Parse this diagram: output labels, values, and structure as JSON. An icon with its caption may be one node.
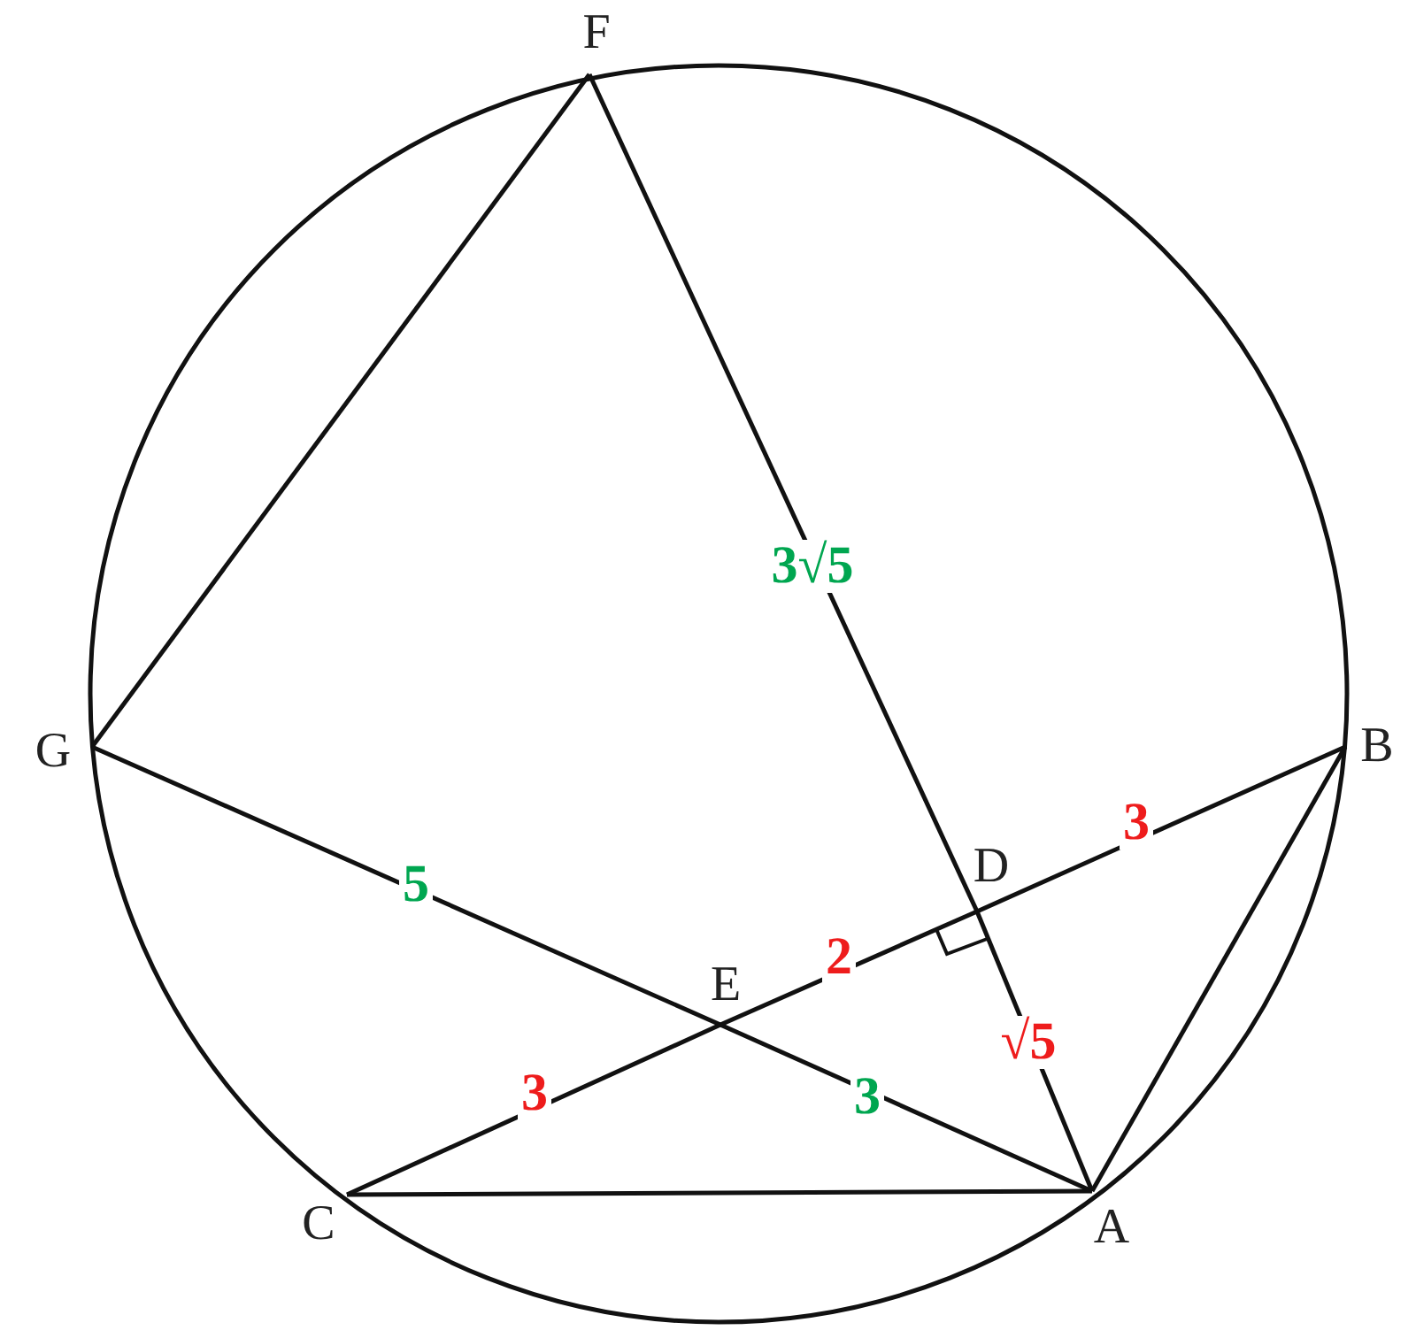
{
  "diagram": {
    "nodes": [
      {
        "text": [
          "F"
        ]
      },
      {
        "text": [
          "G"
        ]
      },
      {
        "text": [
          "B"
        ]
      },
      {
        "text": [
          "D"
        ]
      },
      {
        "text": [
          "E"
        ]
      },
      {
        "text": [
          "C"
        ]
      },
      {
        "text": [
          "A"
        ]
      }
    ],
    "edges": [
      {
        "from": 0,
        "to": 1,
        "arrow": "none"
      },
      {
        "from": 0,
        "to": 3,
        "arrow": "none",
        "label": "3√5"
      },
      {
        "from": 3,
        "to": 6,
        "arrow": "none",
        "label": "√5"
      },
      {
        "from": 1,
        "to": 4,
        "arrow": "none",
        "label": "5"
      },
      {
        "from": 4,
        "to": 6,
        "arrow": "none",
        "label": "3"
      },
      {
        "from": 5,
        "to": 4,
        "arrow": "none",
        "label": "3"
      },
      {
        "from": 4,
        "to": 3,
        "arrow": "none",
        "label": "2"
      },
      {
        "from": 3,
        "to": 2,
        "arrow": "none",
        "label": "3"
      },
      {
        "from": 2,
        "to": 6,
        "arrow": "none"
      },
      {
        "from": 5,
        "to": 6,
        "arrow": "none"
      }
    ]
  }
}
